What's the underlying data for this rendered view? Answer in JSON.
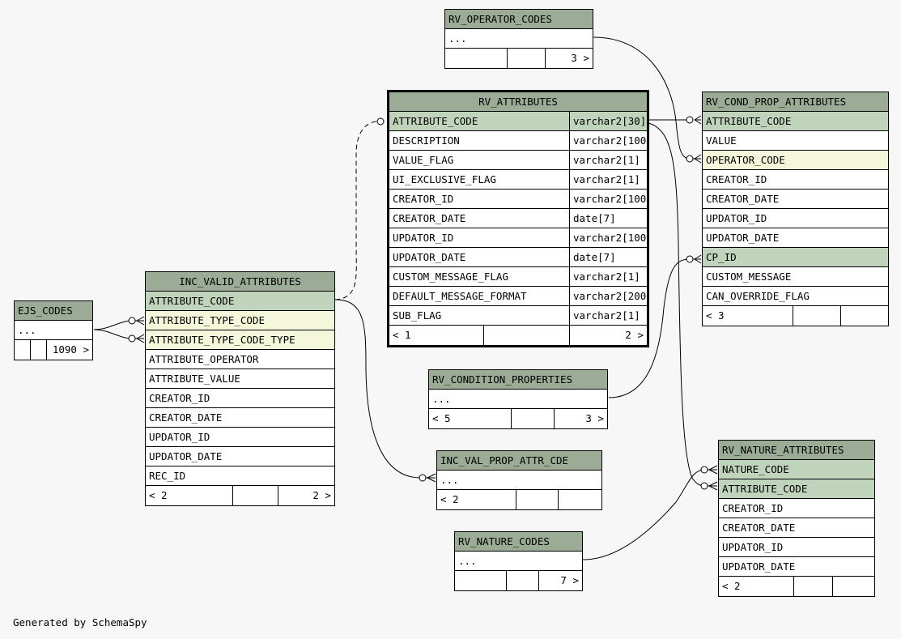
{
  "caption": "Generated by SchemaSpy",
  "tables": {
    "rv_operator_codes": {
      "title": "RV_OPERATOR_CODES",
      "rows": [
        "..."
      ],
      "footer": [
        "",
        "",
        "3 >"
      ]
    },
    "rv_attributes": {
      "title": "RV_ATTRIBUTES",
      "columns": [
        {
          "name": "ATTRIBUTE_CODE",
          "type": "varchar2[30]"
        },
        {
          "name": "DESCRIPTION",
          "type": "varchar2[100]"
        },
        {
          "name": "VALUE_FLAG",
          "type": "varchar2[1]"
        },
        {
          "name": "UI_EXCLUSIVE_FLAG",
          "type": "varchar2[1]"
        },
        {
          "name": "CREATOR_ID",
          "type": "varchar2[100]"
        },
        {
          "name": "CREATOR_DATE",
          "type": "date[7]"
        },
        {
          "name": "UPDATOR_ID",
          "type": "varchar2[100]"
        },
        {
          "name": "UPDATOR_DATE",
          "type": "date[7]"
        },
        {
          "name": "CUSTOM_MESSAGE_FLAG",
          "type": "varchar2[1]"
        },
        {
          "name": "DEFAULT_MESSAGE_FORMAT",
          "type": "varchar2[200]"
        },
        {
          "name": "SUB_FLAG",
          "type": "varchar2[1]"
        }
      ],
      "footer": [
        "< 1",
        "",
        "2 >"
      ]
    },
    "rv_cond_prop_attributes": {
      "title": "RV_COND_PROP_ATTRIBUTES",
      "rows": [
        "ATTRIBUTE_CODE",
        "VALUE",
        "OPERATOR_CODE",
        "CREATOR_ID",
        "CREATOR_DATE",
        "UPDATOR_ID",
        "UPDATOR_DATE",
        "CP_ID",
        "CUSTOM_MESSAGE",
        "CAN_OVERRIDE_FLAG"
      ],
      "footer": [
        "< 3",
        "",
        ""
      ]
    },
    "ejs_codes": {
      "title": "EJS_CODES",
      "rows": [
        "..."
      ],
      "footer": [
        "",
        "",
        "1090 >"
      ]
    },
    "inc_valid_attributes": {
      "title": "INC_VALID_ATTRIBUTES",
      "rows": [
        "ATTRIBUTE_CODE",
        "ATTRIBUTE_TYPE_CODE",
        "ATTRIBUTE_TYPE_CODE_TYPE",
        "ATTRIBUTE_OPERATOR",
        "ATTRIBUTE_VALUE",
        "CREATOR_ID",
        "CREATOR_DATE",
        "UPDATOR_ID",
        "UPDATOR_DATE",
        "REC_ID"
      ],
      "footer": [
        "< 2",
        "",
        "2 >"
      ]
    },
    "rv_condition_properties": {
      "title": "RV_CONDITION_PROPERTIES",
      "rows": [
        "..."
      ],
      "footer": [
        "< 5",
        "",
        "3 >"
      ]
    },
    "inc_val_prop_attr_cde": {
      "title": "INC_VAL_PROP_ATTR_CDE",
      "rows": [
        "..."
      ],
      "footer": [
        "< 2",
        "",
        ""
      ]
    },
    "rv_nature_codes": {
      "title": "RV_NATURE_CODES",
      "rows": [
        "..."
      ],
      "footer": [
        "",
        "",
        "7 >"
      ]
    },
    "rv_nature_attributes": {
      "title": "RV_NATURE_ATTRIBUTES",
      "rows": [
        "NATURE_CODE",
        "ATTRIBUTE_CODE",
        "CREATOR_ID",
        "CREATOR_DATE",
        "UPDATOR_ID",
        "UPDATOR_DATE"
      ],
      "footer": [
        "< 2",
        "",
        ""
      ]
    }
  }
}
